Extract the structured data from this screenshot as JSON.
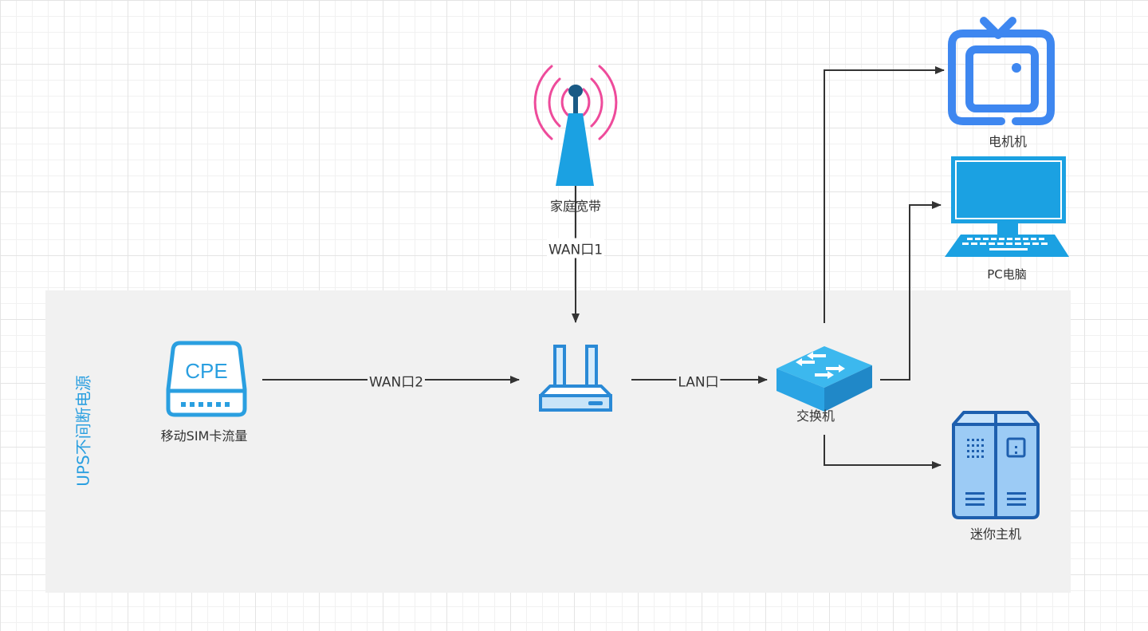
{
  "diagram": {
    "type": "network-topology",
    "group": {
      "label": "UPS不间断电源",
      "color": "#2a9fe0"
    },
    "nodes": [
      {
        "id": "broadband",
        "label": "家庭宽带",
        "icon": "cell-tower-icon"
      },
      {
        "id": "cpe",
        "label": "移动SIM卡流量",
        "icon": "cpe-device-icon",
        "icon_text": "CPE"
      },
      {
        "id": "router",
        "label": "",
        "icon": "router-icon"
      },
      {
        "id": "switch",
        "label": "交换机",
        "icon": "network-switch-icon"
      },
      {
        "id": "tv",
        "label": "电机机",
        "icon": "tv-icon"
      },
      {
        "id": "pc",
        "label": "PC电脑",
        "icon": "desktop-computer-icon"
      },
      {
        "id": "minihost",
        "label": "迷你主机",
        "icon": "mini-server-icon"
      }
    ],
    "edges": [
      {
        "from": "broadband",
        "to": "router",
        "label": "WAN口1"
      },
      {
        "from": "cpe",
        "to": "router",
        "label": "WAN口2"
      },
      {
        "from": "router",
        "to": "switch",
        "label": "LAN口"
      },
      {
        "from": "switch",
        "to": "tv",
        "label": ""
      },
      {
        "from": "switch",
        "to": "pc",
        "label": ""
      },
      {
        "from": "switch",
        "to": "minihost",
        "label": ""
      }
    ],
    "colors": {
      "tower_body": "#1ba1e2",
      "tower_waves": "#ee4b9b",
      "tv": "#3e87f0",
      "pc": "#1ba1e2",
      "device_blue": "#2a8ad6",
      "edge": "#333333"
    }
  }
}
